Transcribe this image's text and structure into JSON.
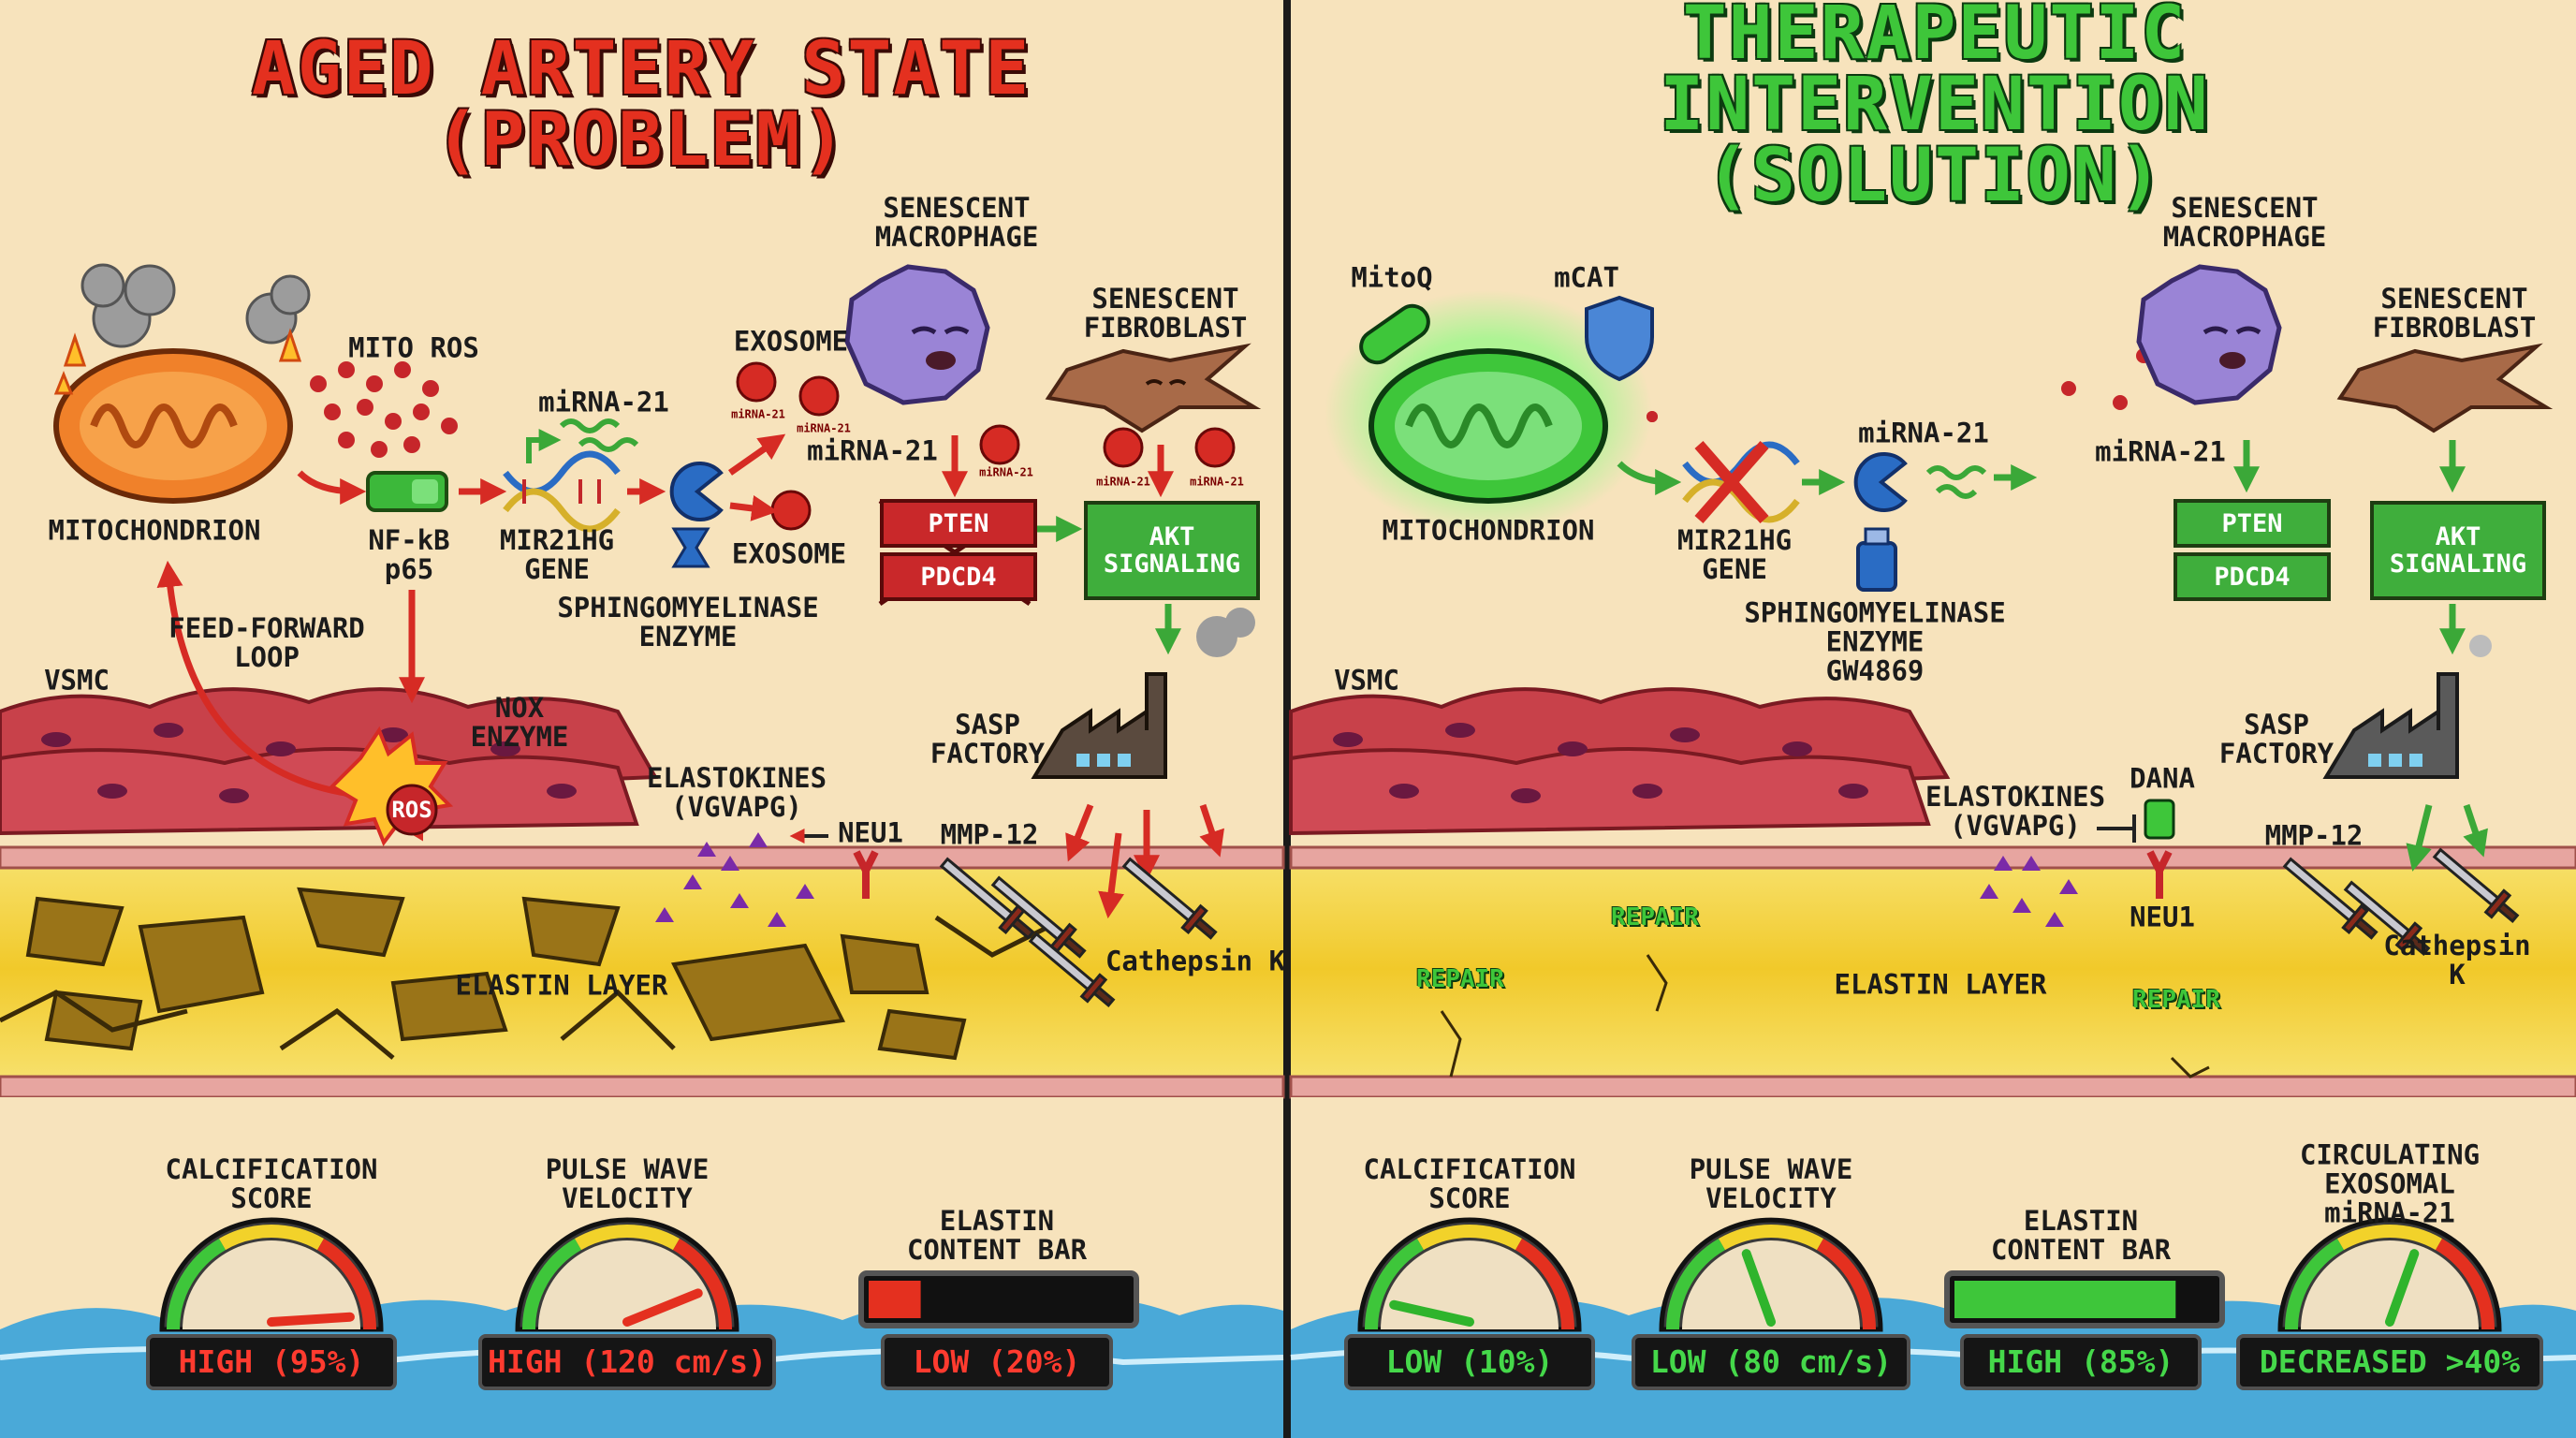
{
  "panels": {
    "left": {
      "title": "AGED ARTERY STATE\n(PROBLEM)",
      "labels": {
        "mitochondrion": "MITOCHONDRION",
        "mito_ros": "MITO ROS",
        "nfkb": "NF-kB\np65",
        "mirna21_top": "miRNA-21",
        "mir21hg": "MIR21HG\nGENE",
        "exosome_top": "EXOSOME",
        "exosome_mid": "EXOSOME",
        "sphingo": "SPHINGOMYELINASE\nENZYME",
        "senescent_macrophage": "SENESCENT\nMACROPHAGE",
        "mirna21_mac": "miRNA-21",
        "senescent_fibroblast": "SENESCENT\nFIBROBLAST",
        "pten": "PTEN",
        "pdcd4": "PDCD4",
        "akt": "AKT\nSIGNALING",
        "feed_forward": "FEED-FORWARD\nLOOP",
        "nox": "NOX\nENZYME",
        "ros": "ROS",
        "vsmc": "VSMC",
        "elastokines": "ELASTOKINES\n(VGVAPG)",
        "neu1": "NEU1",
        "sasp": "SASP\nFACTORY",
        "mmp12": "MMP-12",
        "cathepsin": "Cathepsin K",
        "elastin_layer": "ELASTIN LAYER",
        "tiny_mirna": "miRNA-21"
      },
      "gauges": [
        {
          "label": "CALCIFICATION\nSCORE",
          "readout": "HIGH (95%)",
          "level": 0.95
        },
        {
          "label": "PULSE WAVE\nVELOCITY",
          "readout": "HIGH (120 cm/s)",
          "level": 0.85
        }
      ],
      "bar": {
        "label": "ELASTIN\nCONTENT BAR",
        "readout": "LOW (20%)",
        "level": 0.2
      }
    },
    "right": {
      "title": "THERAPEUTIC INTERVENTION\n(SOLUTION)",
      "labels": {
        "mitoq": "MitoQ",
        "mcat": "mCAT",
        "mitochondrion": "MITOCHONDRION",
        "mirna21_top": "miRNA-21",
        "mir21hg": "MIR21HG\nGENE",
        "sphingo": "SPHINGOMYELINASE\nENZYME\nGW4869",
        "senescent_macrophage": "SENESCENT\nMACROPHAGE",
        "mirna21_mac": "miRNA-21",
        "senescent_fibroblast": "SENESCENT\nFIBROBLAST",
        "pten": "PTEN",
        "pdcd4": "PDCD4",
        "akt": "AKT\nSIGNALING",
        "vsmc": "VSMC",
        "sasp": "SASP\nFACTORY",
        "elastokines": "ELASTOKINES\n(VGVAPG)",
        "dana": "DANA",
        "neu1": "NEU1",
        "mmp12": "MMP-12",
        "cathepsin": "Cathepsin K",
        "elastin_layer": "ELASTIN LAYER",
        "repair": "REPAIR"
      },
      "gauges": [
        {
          "label": "CALCIFICATION\nSCORE",
          "readout": "LOW (10%)",
          "level": 0.1
        },
        {
          "label": "PULSE WAVE\nVELOCITY",
          "readout": "LOW (80 cm/s)",
          "level": 0.4
        },
        {
          "label": "CIRCULATING\nEXOSOMAL miRNA-21",
          "readout": "DECREASED >40%",
          "level": 0.6
        }
      ],
      "bar": {
        "label": "ELASTIN\nCONTENT BAR",
        "readout": "HIGH (85%)",
        "level": 0.85
      }
    }
  },
  "colors": {
    "background": "#f7e3bc",
    "problem": "#e4301f",
    "solution": "#3ec63a",
    "elastin": "#f4d23a",
    "vsmc": "#c8414a",
    "water": "#4aa9d8"
  },
  "icons": [
    "mitochondrion-icon",
    "smoke-icon",
    "nfkb-icon",
    "dna-icon",
    "enzyme-icon",
    "exosome-icon",
    "macrophage-icon",
    "fibroblast-icon",
    "factory-icon",
    "sword-icon",
    "receptor-icon",
    "pill-icon",
    "shield-icon",
    "vial-icon",
    "gauge-icon"
  ]
}
